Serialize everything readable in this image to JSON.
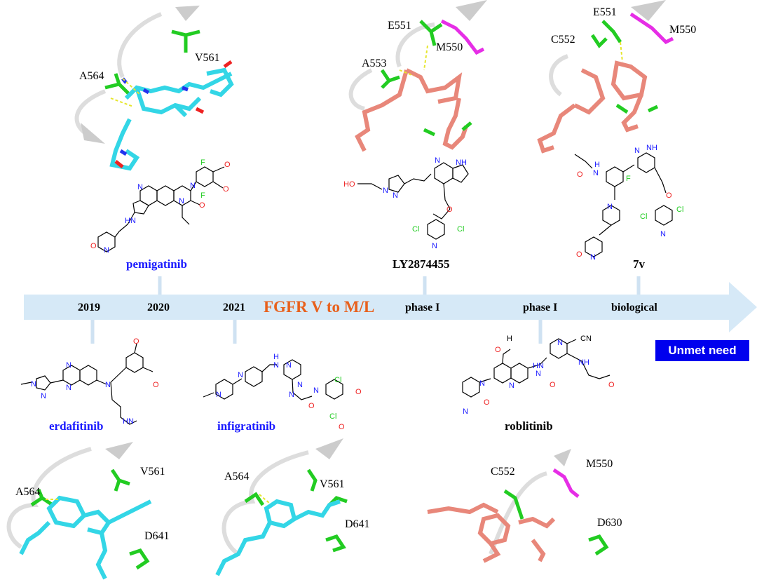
{
  "timeline": {
    "title": "FGFR V to M/L",
    "markers": [
      {
        "key": "2019",
        "label": "2019"
      },
      {
        "key": "2020",
        "label": "2020"
      },
      {
        "key": "2021",
        "label": "2021"
      },
      {
        "key": "phase1a",
        "label": "phase I"
      },
      {
        "key": "phase1b",
        "label": "phase I"
      },
      {
        "key": "biological",
        "label": "biological"
      }
    ],
    "unmet_need": "Unmet need"
  },
  "drugs": {
    "pemigatinib": "pemigatinib",
    "erdafitinib": "erdafitinib",
    "infigratinib": "infigratinib",
    "ly2874455": "LY2874455",
    "roblitinib": "roblitinib",
    "compound_7v": "7v"
  },
  "residues": {
    "pemigatinib": {
      "a564": "A564",
      "v561": "V561"
    },
    "ly2874455": {
      "e551": "E551",
      "m550": "M550",
      "a553": "A553"
    },
    "compound_7v": {
      "e551": "E551",
      "c552": "C552",
      "m550": "M550"
    },
    "erdafitinib": {
      "a564": "A564",
      "v561": "V561",
      "d641": "D641"
    },
    "infigratinib": {
      "a564": "A564",
      "v561": "V561",
      "d641": "D641"
    },
    "roblitinib": {
      "c552": "C552",
      "m550": "M550",
      "d630": "D630"
    }
  },
  "colors": {
    "arrow": "#d6e9f7",
    "title": "#e8601c",
    "drug_approved": "#1a1aff",
    "unmet_bg": "#0000ee",
    "cyan_ligand": "#33d6e6",
    "salmon_ligand": "#e8877a",
    "green_residue": "#22cc22",
    "magenta_residue": "#e62ee6",
    "hbond": "#e6e62e"
  }
}
